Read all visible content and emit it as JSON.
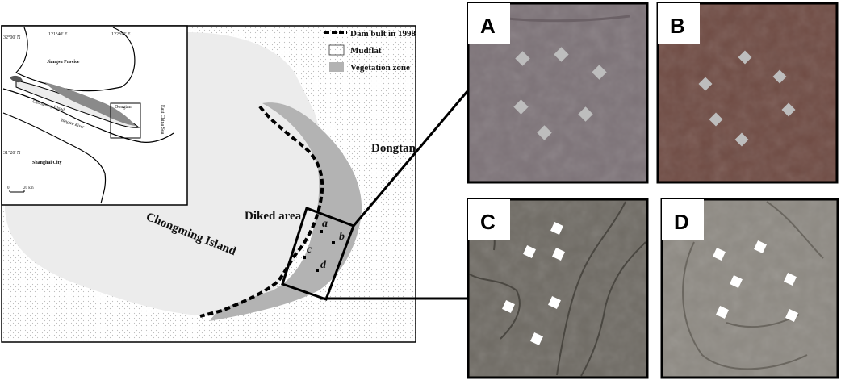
{
  "map": {
    "place_labels": {
      "island": "Chongming Island",
      "diked": "Diked area",
      "dongtan": "Dongtan"
    },
    "site_labels": [
      "a",
      "b",
      "c",
      "d"
    ]
  },
  "legend": {
    "dam": "Dam bult in 1998",
    "mudflat": "Mudflat",
    "vegetation": "Vegetation zone"
  },
  "inset": {
    "lat_north": "32°00' N",
    "lat_south": "31°20' N",
    "lon_west": "121°40' E",
    "lon_east": "122°00' E",
    "province": "Jiangsu Provice",
    "island": "Chongming Island",
    "river": "Yangtze River",
    "dongtan": "Dongtan",
    "sea": "East China Sea",
    "city": "Shanghai City",
    "scale_zero": "0",
    "scale_dist": "20 km"
  },
  "panels": [
    {
      "letter": "A",
      "bg": "#7d7378"
    },
    {
      "letter": "B",
      "bg": "#6f4b43"
    },
    {
      "letter": "C",
      "bg": "#6f6b64"
    },
    {
      "letter": "D",
      "bg": "#8e8a83"
    }
  ],
  "colors": {
    "vegetation": "#b3b3b3",
    "island": "#ececec",
    "mudflat_dots": "#bdbdbd",
    "quadrat_gray": "#bdbdbd",
    "quadrat_white": "#ffffff"
  }
}
